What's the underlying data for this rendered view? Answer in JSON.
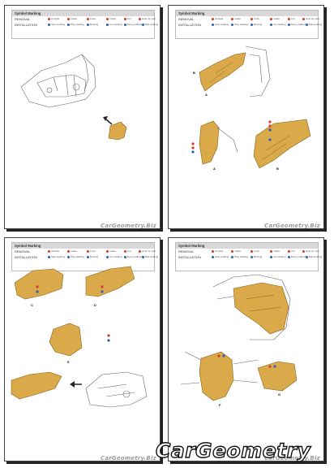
{
  "symbol_box": {
    "title": "Symbol Marking",
    "removal_label": "REMOVAL",
    "installation_label": "INSTALLATION",
    "removal_items": [
      "Outside",
      "Inside",
      "Front",
      "Inside",
      "Cut",
      "Hole for spot"
    ],
    "installation_items": [
      "Spot welding",
      "Plug welding",
      "Brazing",
      "Arc welding",
      "Epoxy adhesive",
      "Bolt welding"
    ]
  },
  "pages": [
    {
      "id": "page-1",
      "labels": [],
      "watermark": "CarGeometry.Biz"
    },
    {
      "id": "page-2",
      "labels": [
        "A",
        "B",
        "A",
        "B"
      ],
      "watermark": "CarGeometry.Biz"
    },
    {
      "id": "page-3",
      "labels": [
        "C",
        "D",
        "E"
      ],
      "watermark": "CarGeometry.Biz"
    },
    {
      "id": "page-4",
      "labels": [
        "F",
        "G"
      ],
      "watermark": "CarGeometry.Biz"
    }
  ],
  "footer_watermark": "CarGeometry",
  "colors": {
    "panel": "#d9a94a",
    "panel_dark": "#b98a30",
    "line": "#555555",
    "marker_red": "#d63a2a",
    "marker_blue": "#2f5fb8"
  }
}
